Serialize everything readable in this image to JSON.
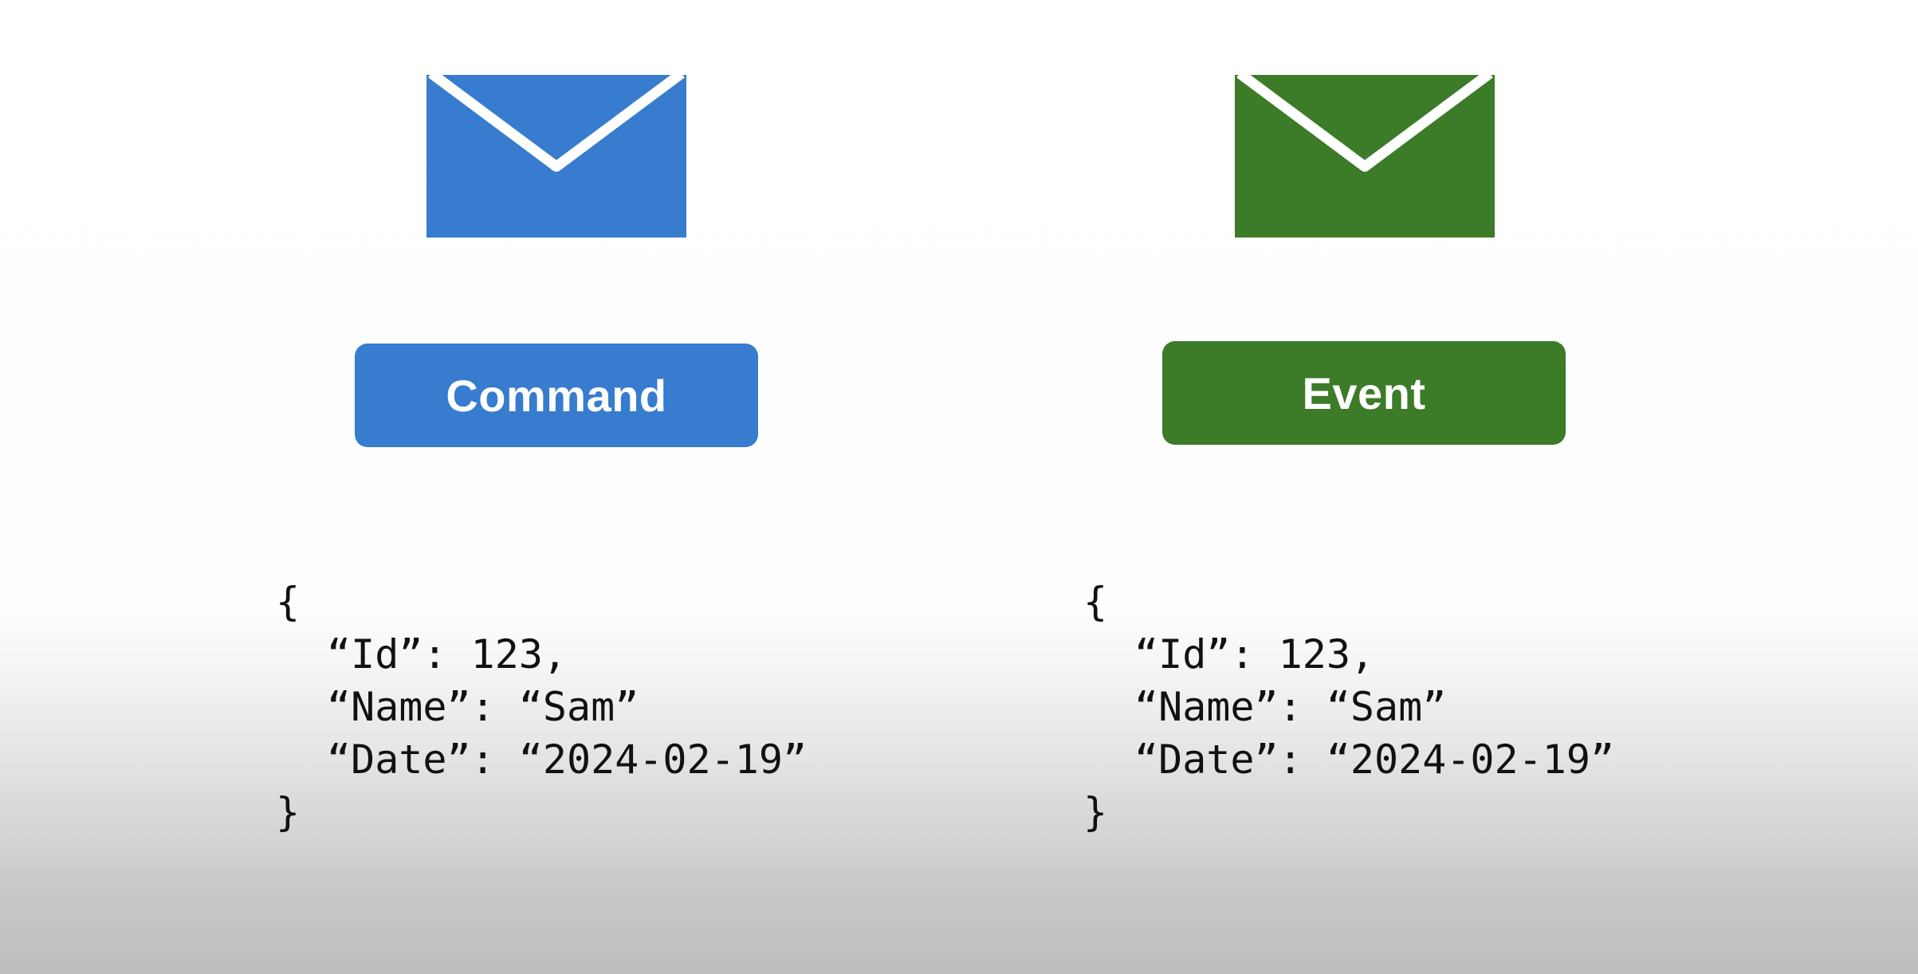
{
  "colors": {
    "command": "#377cce",
    "event": "#3c7b28",
    "envelope_flap": "#ffffff"
  },
  "command": {
    "icon": "envelope-icon",
    "label": "Command",
    "code": {
      "open": "{",
      "line1": "“Id”: 123,",
      "line2": "“Name”: “Sam”",
      "line3": "“Date”: “2024-02-19”",
      "close": "}"
    }
  },
  "event": {
    "icon": "envelope-icon",
    "label": "Event",
    "code": {
      "open": "{",
      "line1": "“Id”: 123,",
      "line2": "“Name”: “Sam”",
      "line3": "“Date”: “2024-02-19”",
      "close": "}"
    }
  }
}
